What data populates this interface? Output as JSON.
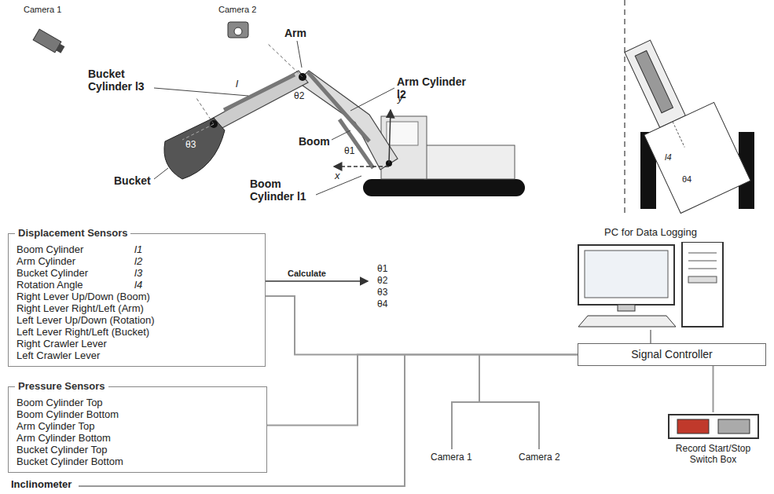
{
  "diagram": {
    "nodes": [
      {
        "text": [
          "Displacement Sensors",
          "Boom Cylinder",
          "l1",
          "Arm Cylinder",
          "l2",
          "Bucket Cylinder",
          "l3",
          "Rotation Angle",
          "l4",
          "Right Lever Up/Down (Boom)",
          "Right Lever Right/Left (Arm)",
          "Left Lever Up/Down (Rotation)",
          "Left Lever Right/Left (Bucket)",
          "Right Crawler Lever",
          "Left Crawler Lever"
        ]
      },
      {
        "text": [
          "Pressure Sensors",
          "Boom Cylinder Top",
          "Boom Cylinder Bottom",
          "Arm Cylinder Top",
          "Arm Cylinder Bottom",
          "Bucket Cylinder Top",
          "Bucket Cylinder Bottom"
        ]
      },
      {
        "text": [
          "Signal Controller"
        ]
      },
      {
        "text": [
          "PC for Data Logging"
        ]
      },
      {
        "text": [
          "Record Start/Stop Switch Box"
        ]
      }
    ],
    "edges": [
      {
        "from": 0,
        "to": 2,
        "arrow": "none"
      },
      {
        "from": 1,
        "to": 2,
        "arrow": "none"
      },
      {
        "from": 2,
        "to": 3,
        "arrow": "none"
      },
      {
        "from": 2,
        "to": 4,
        "arrow": "none"
      }
    ],
    "labels": [
      "Camera 1",
      "Camera 2",
      "Arm",
      "Bucket Cylinder l3",
      "Arm Cylinder l2",
      "Boom",
      "θ2",
      "θ1",
      "θ3",
      "Bucket",
      "Boom Cylinder l1",
      "x",
      "y",
      "l",
      "l4",
      "θ4",
      "Calculate",
      "θ1",
      "θ2",
      "θ3",
      "θ4",
      "Camera 1",
      "Camera 2",
      "Inclinometer"
    ]
  }
}
